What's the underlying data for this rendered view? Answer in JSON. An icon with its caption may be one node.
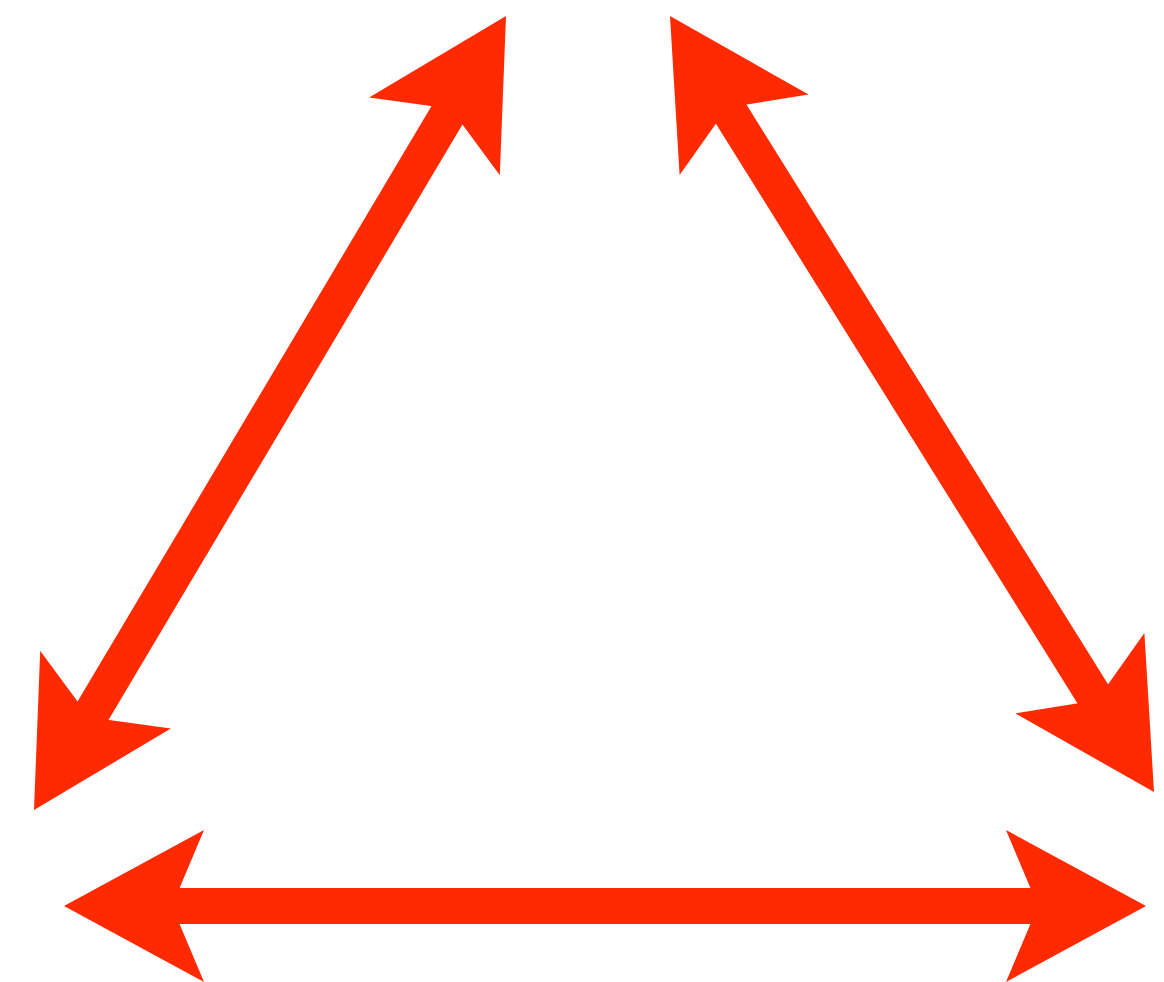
{
  "diagram": {
    "nodes": [
      {
        "text": [],
        "shape": "arrow"
      },
      {
        "text": [],
        "shape": "arrow"
      },
      {
        "text": [],
        "shape": "arrow"
      }
    ]
  }
}
